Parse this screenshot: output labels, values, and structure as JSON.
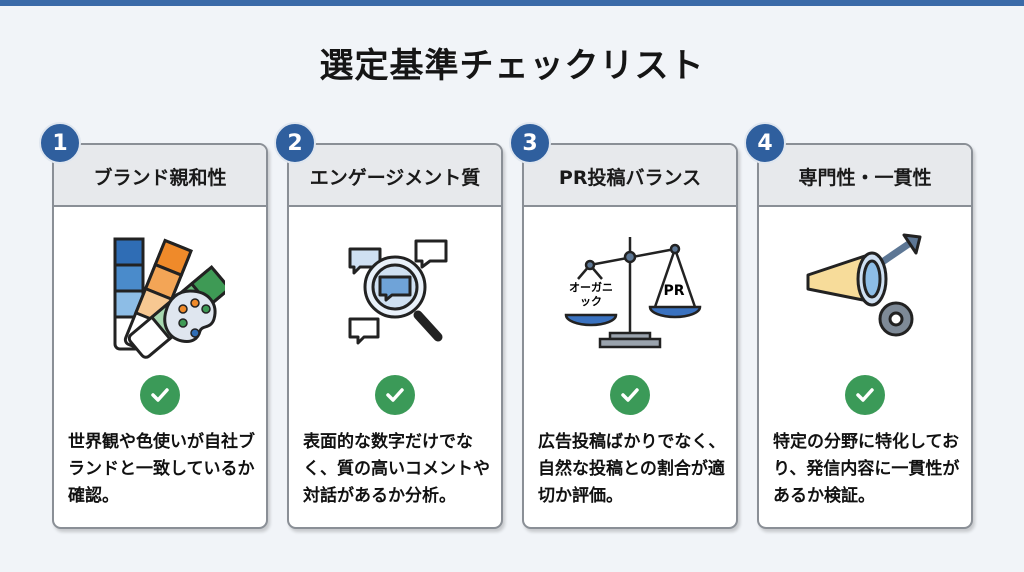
{
  "title": "選定基準チェックリスト",
  "accent": "#2f5f9e",
  "check_color": "#3b9a58",
  "cards": [
    {
      "number": "1",
      "heading": "ブランド親和性",
      "icon": "color-swatch-palette-icon",
      "description": "世界観や色使いが自社ブランドと一致しているか確認。"
    },
    {
      "number": "2",
      "heading": "エンゲージメント質",
      "icon": "magnifier-comments-icon",
      "description": "表面的な数字だけでなく、質の高いコメントや対話があるか分析。"
    },
    {
      "number": "3",
      "heading": "PR投稿バランス",
      "icon": "balance-scale-icon",
      "description": "広告投稿ばかりでなく、自然な投稿との割合が適切か評価。",
      "scale_left": "オーガニック",
      "scale_right": "PR"
    },
    {
      "number": "4",
      "heading": "専門性・一貫性",
      "icon": "megaphone-gear-icon",
      "description": "特定の分野に特化しており、発信内容に一貫性があるか検証。"
    }
  ]
}
